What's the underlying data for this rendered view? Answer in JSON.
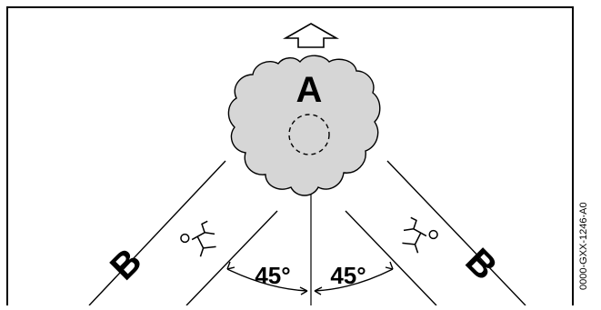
{
  "labels": {
    "tree": "A",
    "zone_left": "B",
    "zone_right": "B",
    "angle_left": "45°",
    "angle_right": "45°"
  },
  "image_code": "0000-GXX-1246-A0"
}
